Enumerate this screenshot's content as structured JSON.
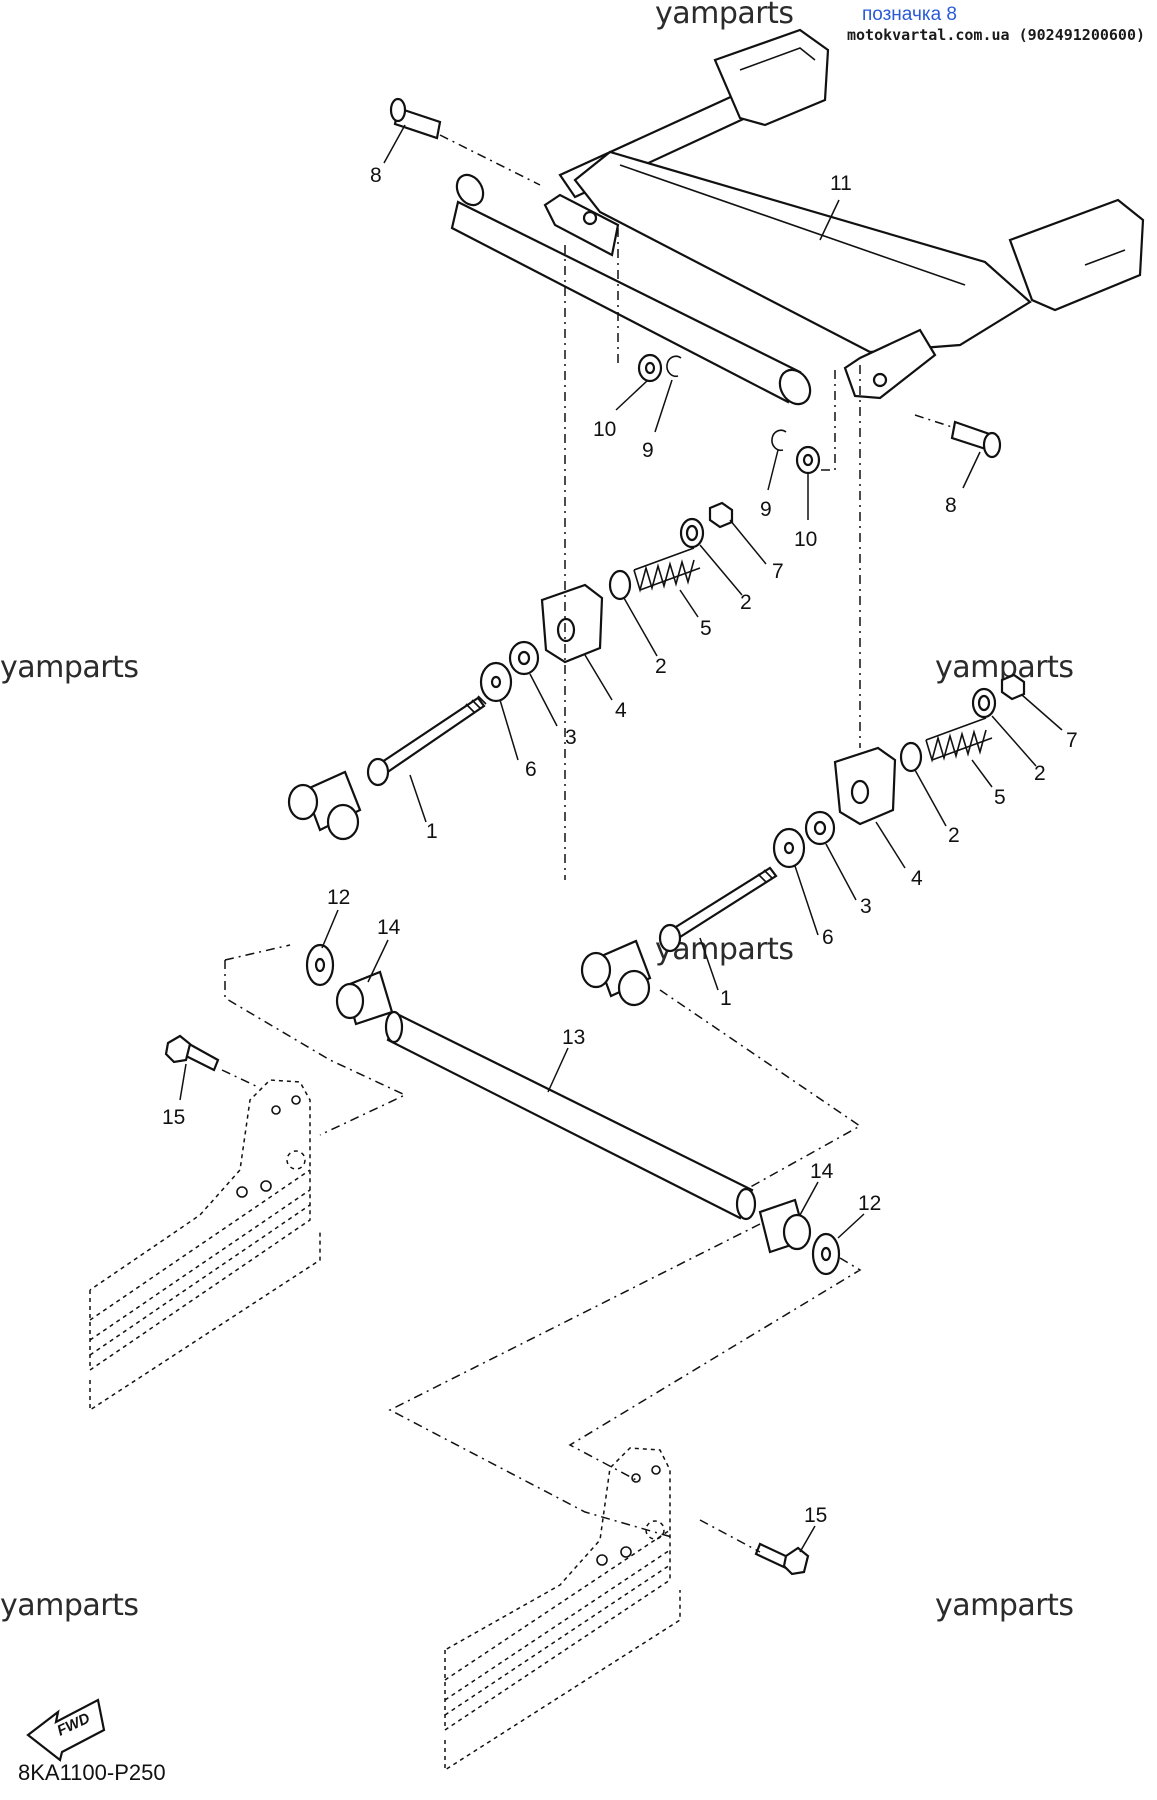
{
  "header": {
    "link_label": "позначка 8",
    "source": "motokvartal.com.ua (902491200600)"
  },
  "watermarks": [
    "yamparts",
    "yamparts",
    "yamparts",
    "yamparts",
    "yamparts",
    "yamparts"
  ],
  "diagram_code": "8KA1100-P250",
  "fwd_label": "FWD",
  "callouts": [
    {
      "id": "c8a",
      "label": "8"
    },
    {
      "id": "c11",
      "label": "11"
    },
    {
      "id": "c10a",
      "label": "10"
    },
    {
      "id": "c9a",
      "label": "9"
    },
    {
      "id": "c8b",
      "label": "8"
    },
    {
      "id": "c9b",
      "label": "9"
    },
    {
      "id": "c10b",
      "label": "10"
    },
    {
      "id": "c7a",
      "label": "7"
    },
    {
      "id": "c2a",
      "label": "2"
    },
    {
      "id": "c5a",
      "label": "5"
    },
    {
      "id": "c2b",
      "label": "2"
    },
    {
      "id": "c4a",
      "label": "4"
    },
    {
      "id": "c3a",
      "label": "3"
    },
    {
      "id": "c6a",
      "label": "6"
    },
    {
      "id": "c1a",
      "label": "1"
    },
    {
      "id": "c7b",
      "label": "7"
    },
    {
      "id": "c2c",
      "label": "2"
    },
    {
      "id": "c5b",
      "label": "5"
    },
    {
      "id": "c2d",
      "label": "2"
    },
    {
      "id": "c4b",
      "label": "4"
    },
    {
      "id": "c3b",
      "label": "3"
    },
    {
      "id": "c6b",
      "label": "6"
    },
    {
      "id": "c1b",
      "label": "1"
    },
    {
      "id": "c12a",
      "label": "12"
    },
    {
      "id": "c14a",
      "label": "14"
    },
    {
      "id": "c13",
      "label": "13"
    },
    {
      "id": "c15a",
      "label": "15"
    },
    {
      "id": "c14b",
      "label": "14"
    },
    {
      "id": "c12b",
      "label": "12"
    },
    {
      "id": "c15b",
      "label": "15"
    }
  ]
}
